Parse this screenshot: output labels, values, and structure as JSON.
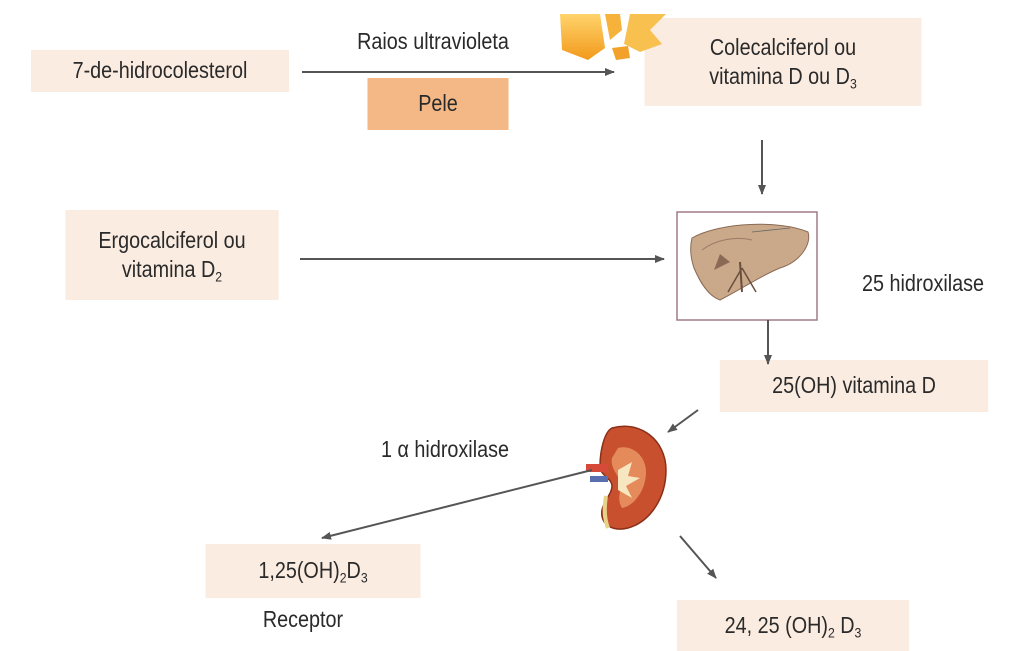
{
  "nodes": {
    "dehydro": "7-de-hidrocolesterol",
    "uv": "Raios ultravioleta",
    "skin": "Pele",
    "chole_line1": "Colecalciferol ou",
    "chole_line2_main": "vitamina D ou D",
    "chole_line2_sub": "3",
    "ergo_line1": "Ergocalciferol ou",
    "ergo_line2_main": "vitamina D",
    "ergo_line2_sub": "2",
    "hydrox25": "25 hidroxilase",
    "oh25": "25(OH) vitamina D",
    "alpha_symbol": "α",
    "alpha_num": "1",
    "alpha_text": "hidroxilase",
    "calcitriol_a": "1,25(OH)",
    "calcitriol_sub1": "2",
    "calcitriol_b": "D",
    "calcitriol_sub2": "3",
    "receptor": "Receptor",
    "d24_a": "24, 25 (OH)",
    "d24_sub1": "2",
    "d24_b": " D",
    "d24_sub2": "3"
  },
  "colors": {
    "box_fill": "#fbece1",
    "skin_fill": "#f3b886",
    "arrow": "#555555",
    "kidney": "#c8502e",
    "liver": "#c9a98a",
    "sun": "#f5a623"
  }
}
